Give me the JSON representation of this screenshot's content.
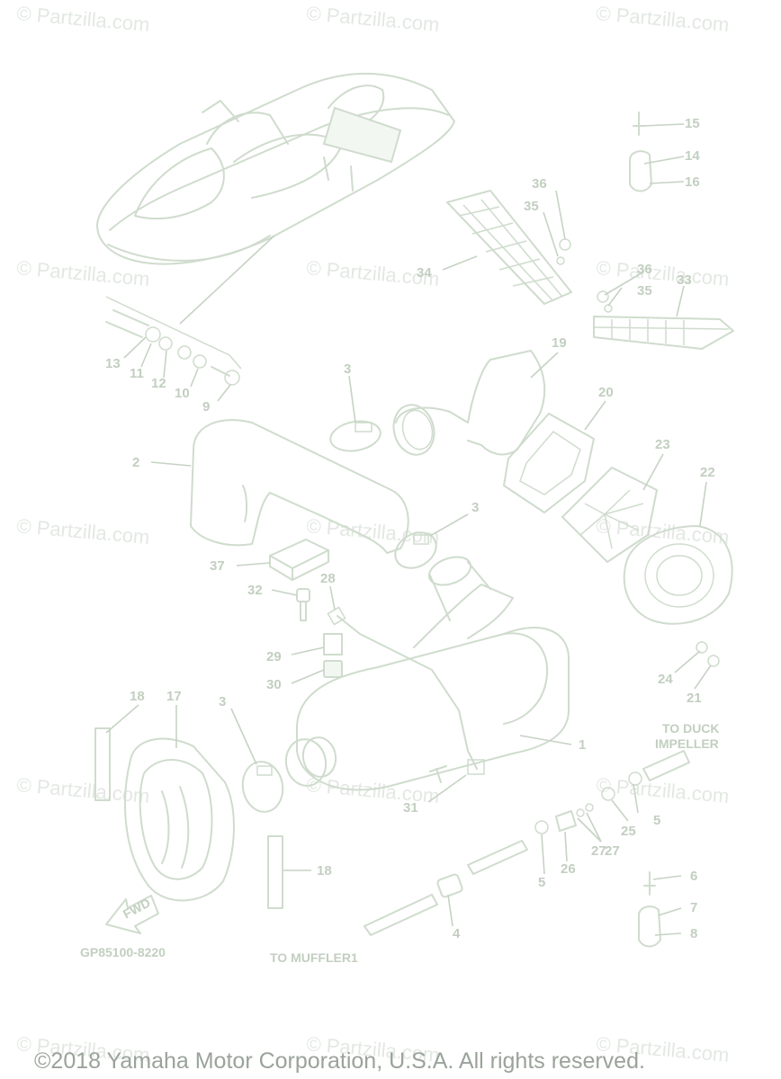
{
  "watermark": "© Partzilla.com",
  "diagram_code": "GP85100-8220",
  "fwd_label": "FWD",
  "notes": {
    "to_duck_line1": "TO DUCK",
    "to_duck_line2": "IMPELLER",
    "to_muffler": "TO MUFFLER1"
  },
  "copyright": "©2018 Yamaha Motor Corporation, U.S.A. All rights reserved.",
  "callouts": [
    "1",
    "2",
    "3",
    "3",
    "3",
    "4",
    "5",
    "5",
    "6",
    "7",
    "8",
    "9",
    "10",
    "11",
    "12",
    "13",
    "14",
    "15",
    "16",
    "17",
    "18",
    "18",
    "19",
    "20",
    "21",
    "22",
    "23",
    "24",
    "25",
    "26",
    "27",
    "27",
    "28",
    "29",
    "30",
    "31",
    "32",
    "33",
    "34",
    "35",
    "35",
    "36",
    "36",
    "37"
  ]
}
